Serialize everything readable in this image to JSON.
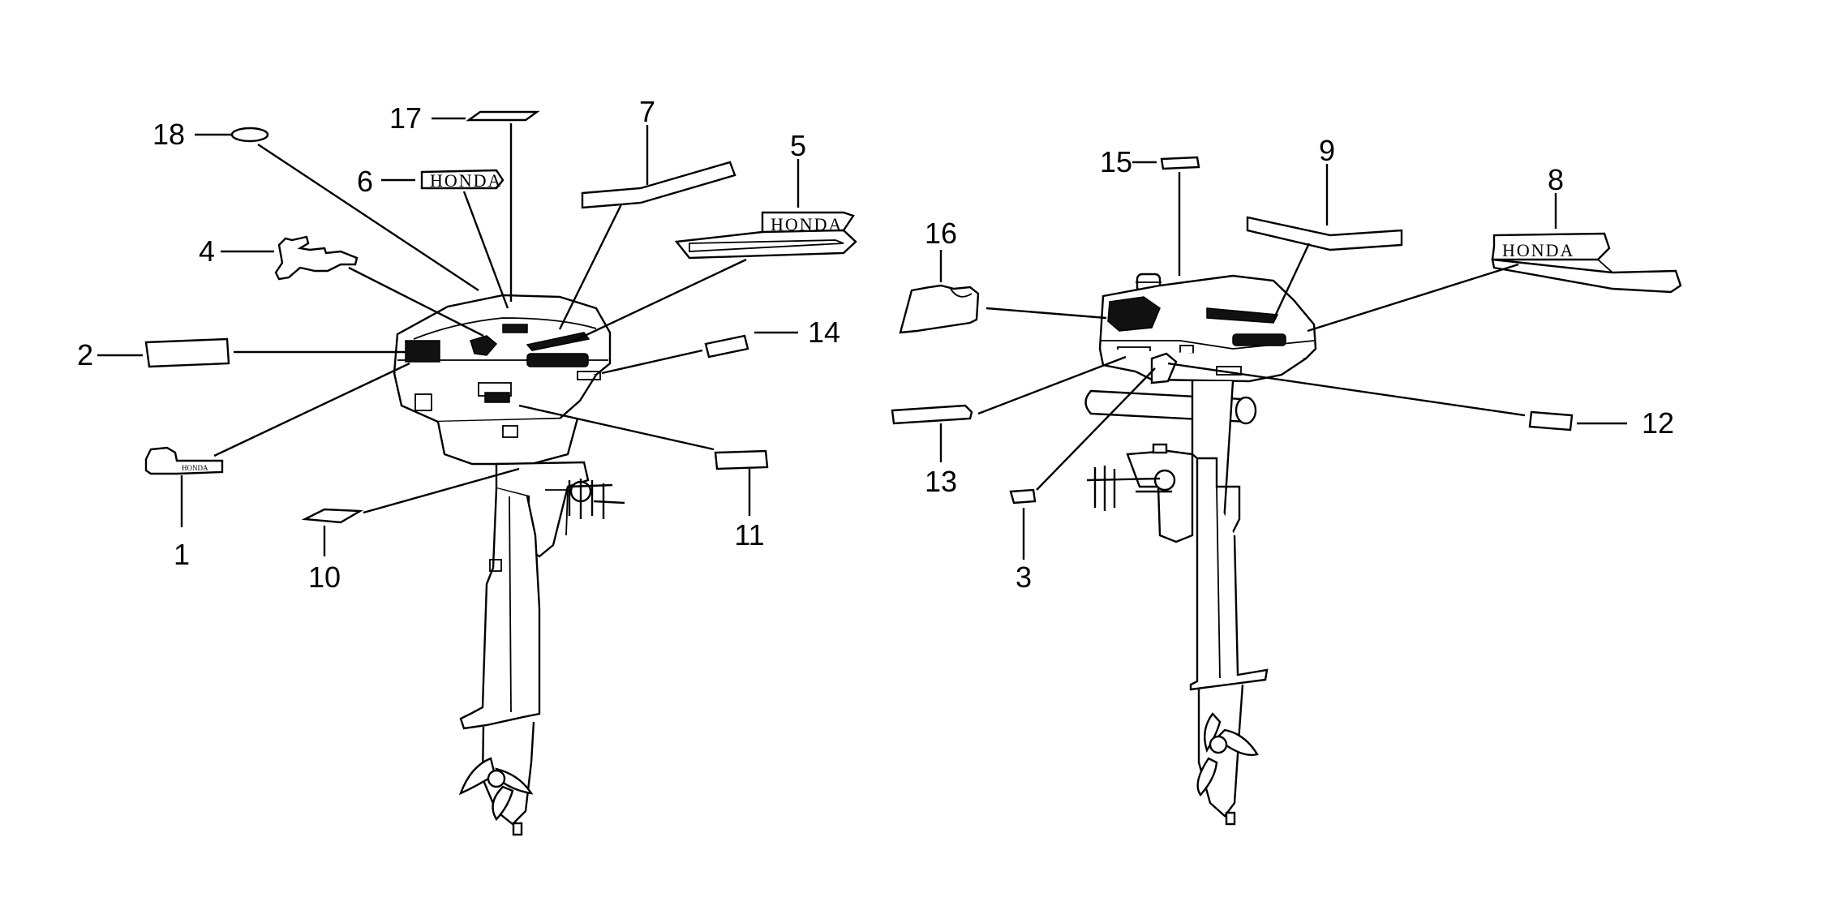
{
  "callouts": [
    {
      "id": "c1",
      "label": "1"
    },
    {
      "id": "c2",
      "label": "2"
    },
    {
      "id": "c3",
      "label": "3"
    },
    {
      "id": "c4",
      "label": "4"
    },
    {
      "id": "c5",
      "label": "5"
    },
    {
      "id": "c6",
      "label": "6"
    },
    {
      "id": "c7",
      "label": "7"
    },
    {
      "id": "c8",
      "label": "8"
    },
    {
      "id": "c9",
      "label": "9"
    },
    {
      "id": "c10",
      "label": "10"
    },
    {
      "id": "c11",
      "label": "11"
    },
    {
      "id": "c12",
      "label": "12"
    },
    {
      "id": "c13",
      "label": "13"
    },
    {
      "id": "c14",
      "label": "14"
    },
    {
      "id": "c15",
      "label": "15"
    },
    {
      "id": "c16",
      "label": "16"
    },
    {
      "id": "c17",
      "label": "17"
    },
    {
      "id": "c18",
      "label": "18"
    }
  ],
  "decal_text": {
    "honda_emblem_6": "HONDA",
    "honda_stripe_5": "HONDA",
    "honda_stripe_8": "HONDA",
    "honda_small_1": "HONDA"
  }
}
